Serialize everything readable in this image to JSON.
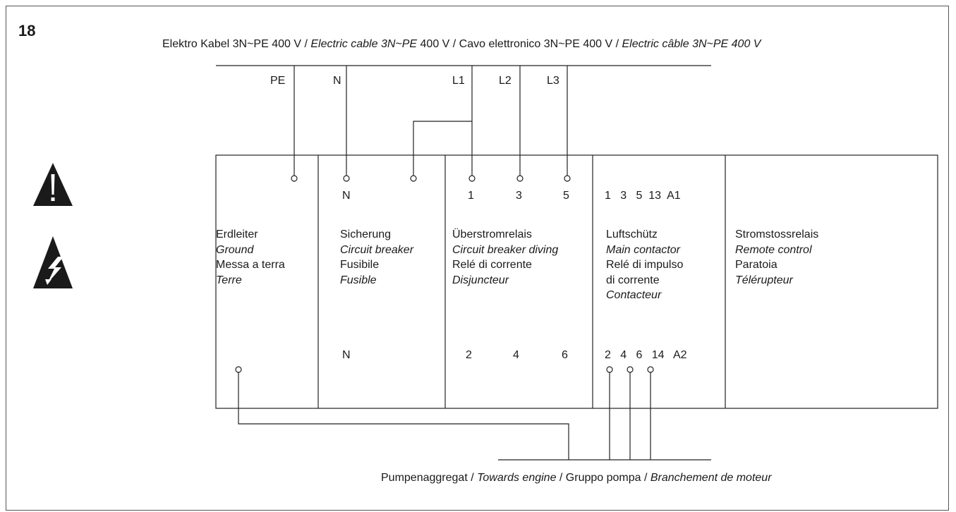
{
  "figure_number": "18",
  "cable_label": {
    "p1": "Elektro Kabel  3N~PE 400 V / ",
    "p2": "Electric cable 3N~PE",
    "p3": " 400 V / Cavo elettronico 3N~PE 400 V / ",
    "p4": "Electric câble 3N~PE 400 V"
  },
  "wires": {
    "pe": "PE",
    "n": "N",
    "l1": "L1",
    "l2": "L2",
    "l3": "L3"
  },
  "modules": {
    "ground": {
      "line1": "Erdleiter",
      "line2": "Ground",
      "line3": "Messa a terra",
      "line4": "Terre"
    },
    "breaker": {
      "top": "N",
      "bottom": "N",
      "line1": "Sicherung",
      "line2": "Circuit breaker",
      "line3": "Fusibile",
      "line4": "Fusible"
    },
    "overcurrent": {
      "top": [
        "1",
        "3",
        "5"
      ],
      "bottom": [
        "2",
        "4",
        "6"
      ],
      "line1": "Überstromrelais",
      "line2": "Circuit breaker diving",
      "line3": "Relé di corrente",
      "line4": "Disjuncteur"
    },
    "contactor": {
      "top": "1   3   5  13  A1",
      "bottom": "2   4   6   14   A2",
      "line1": "Luftschütz",
      "line2": "Main contactor",
      "line3": "Relé di impulso",
      "line4": "di corrente",
      "line5": "Contacteur"
    },
    "remote": {
      "line1": "Stromstossrelais",
      "line2": "Remote control",
      "line3": "Paratoia",
      "line4": "Télérupteur"
    }
  },
  "pump_label": {
    "p1": "Pumpenaggregat / ",
    "p2": "Towards engine",
    "p3": " / Gruppo pompa / ",
    "p4": "Branchement de moteur"
  },
  "icons": {
    "warning": "warning-triangle-icon",
    "electric": "electric-hazard-icon"
  }
}
